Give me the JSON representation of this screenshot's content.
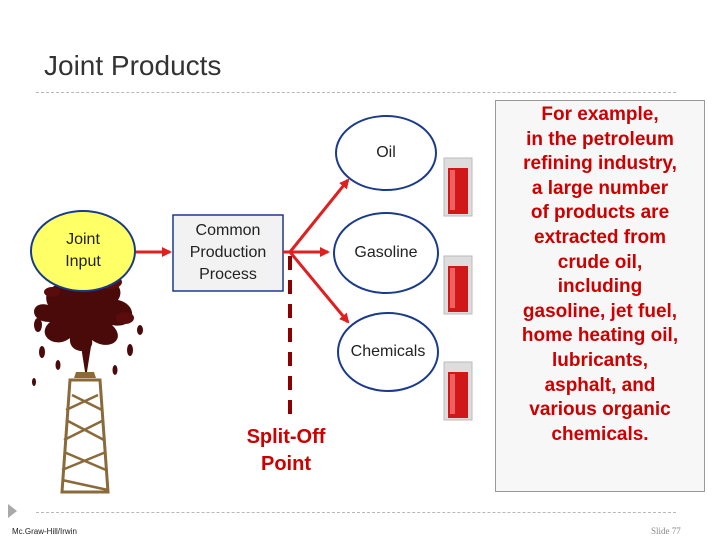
{
  "slide": {
    "title": "Joint Products",
    "footer_left": "Mc.Graw-Hill/Irwin",
    "footer_right": "Slide 77"
  },
  "diagram": {
    "joint_input_label": [
      "Joint",
      "Input"
    ],
    "process_label": [
      "Common",
      "Production",
      "Process"
    ],
    "products": [
      "Oil",
      "Gasoline",
      "Chemicals"
    ],
    "split_off_label": [
      "Split-Off",
      "Point"
    ],
    "colors": {
      "arrow": "#e02020",
      "ellipse_fill": "#ffff66",
      "product_ellipse_fill": "#ffffff",
      "ellipse_stroke": "#1a3a8a",
      "split_line": "#8b0000",
      "oil_dark": "#4a0a0a"
    }
  },
  "example": {
    "lines": [
      "For example,",
      "in the petroleum",
      "refining industry,",
      "a large number",
      "of products are",
      "extracted from",
      "crude oil,",
      "including",
      "gasoline, jet fuel,",
      "home heating oil,",
      "lubricants,",
      "asphalt, and",
      "various organic",
      "chemicals."
    ]
  }
}
